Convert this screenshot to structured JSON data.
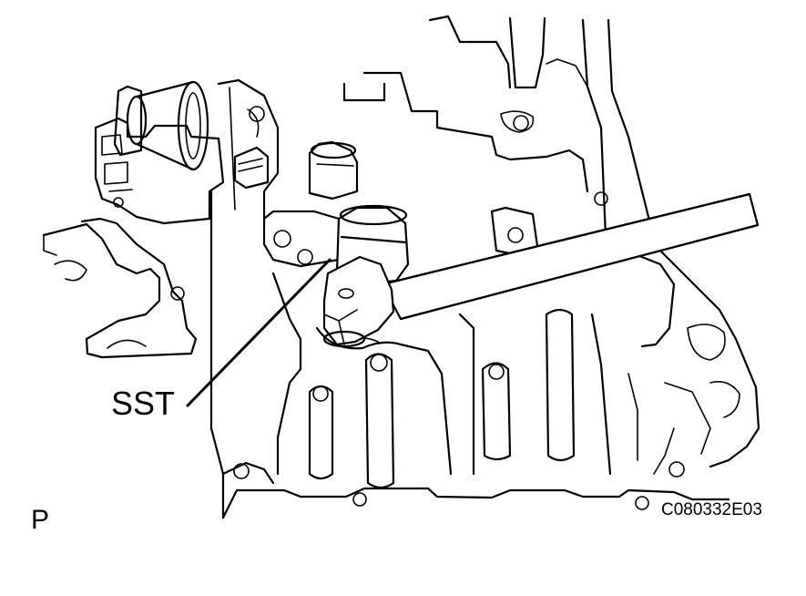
{
  "labels": {
    "tool": "SST",
    "view": "P",
    "code": "C080332E03"
  },
  "colors": {
    "line": "#000000",
    "background": "#ffffff"
  }
}
